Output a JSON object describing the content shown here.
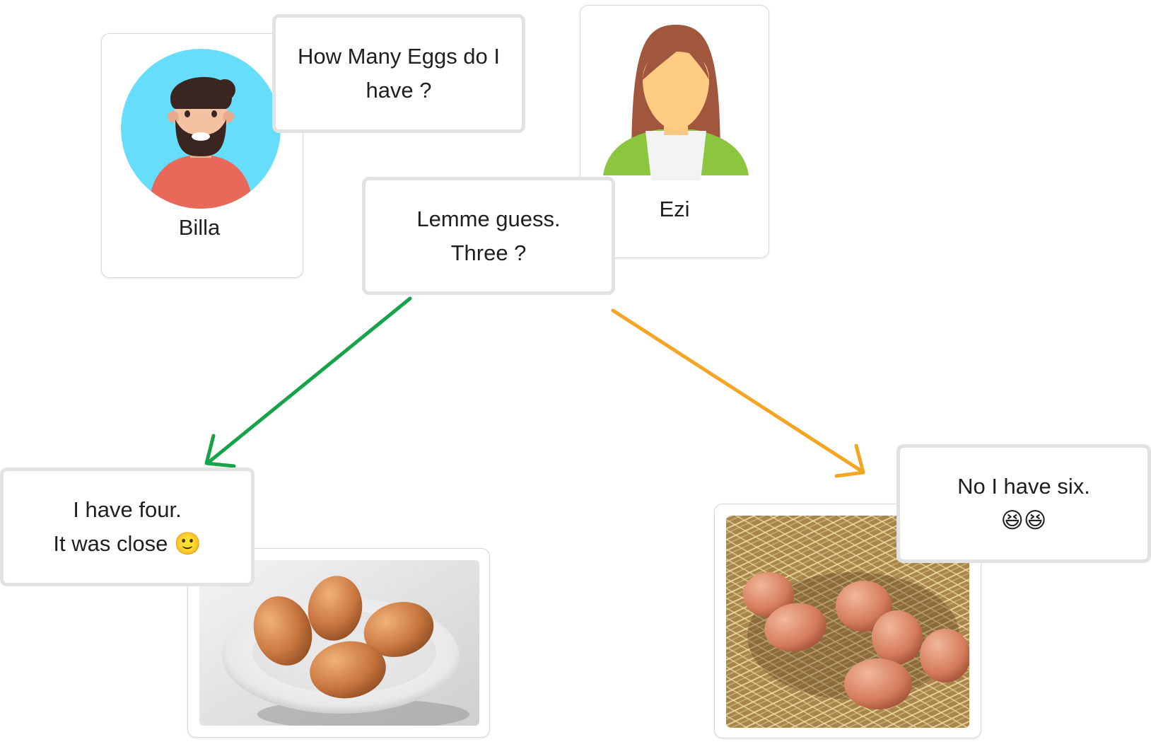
{
  "people": {
    "billa": {
      "name": "Billa"
    },
    "ezi": {
      "name": "Ezi"
    }
  },
  "bubbles": {
    "question": {
      "text": "How Many Eggs do I have ?"
    },
    "guess": {
      "line1": "Lemme guess.",
      "line2": "Three ?"
    },
    "four": {
      "line1": "I have four.",
      "line2": "It was close 🙂"
    },
    "six": {
      "line1": "No I have six.",
      "line2": "😆😆"
    }
  },
  "colors": {
    "arrow_left": "#16a34a",
    "arrow_right": "#f5a524",
    "billa_bg": "#65ddfb",
    "ezi_hair": "#a0573d",
    "ezi_vest": "#8cc63f"
  },
  "icons": {
    "billa": "man-avatar-icon",
    "ezi": "woman-avatar-icon",
    "eggs_plate": "eggs-on-plate-image",
    "eggs_nest": "eggs-in-nest-image"
  }
}
